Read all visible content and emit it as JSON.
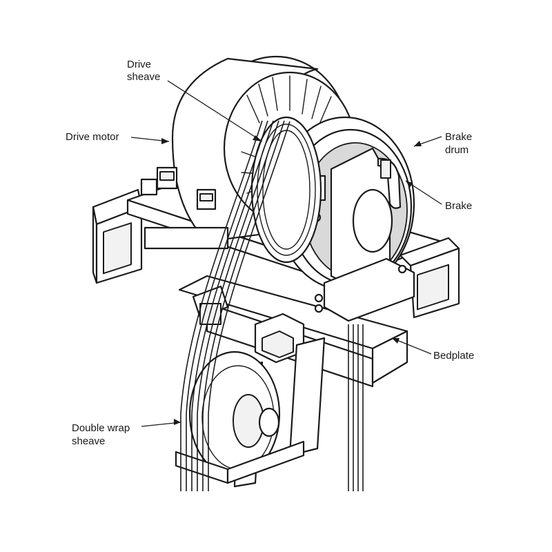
{
  "labels": {
    "drive_sheave": [
      "Drive",
      "sheave"
    ],
    "drive_motor": "Drive motor",
    "brake_drum": [
      "Brake",
      "drum"
    ],
    "brake": "Brake",
    "bedplate": "Bedplate",
    "double_wrap_sheave": [
      "Double wrap",
      "sheave"
    ]
  }
}
